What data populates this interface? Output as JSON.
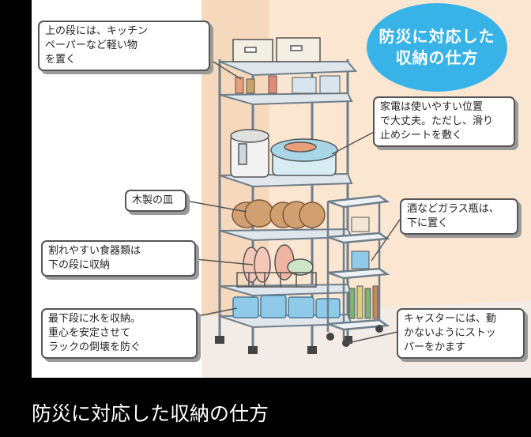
{
  "title_badge": {
    "lines": [
      "防災に対応した",
      "収納の仕方"
    ],
    "color": "#38b3e8"
  },
  "callouts": {
    "top_shelf": [
      "上の段には、キッチン",
      "ペーパーなど軽い物",
      "を置く"
    ],
    "appliances": [
      "家電は使いやすい位置",
      "で大丈夫。ただし、滑り",
      "止めシートを敷く"
    ],
    "wooden_plates": [
      "木製の皿"
    ],
    "glass_bottles": [
      "酒などガラス瓶は、",
      "下に置く"
    ],
    "fragile_dishes": [
      "割れやすい食器類は",
      "下の段に収納"
    ],
    "water": [
      "最下段に水を収納。",
      "重心を安定させて",
      "ラックの倒壊を防ぐ"
    ],
    "casters": [
      "キャスターには、動",
      "かないようにストッ",
      "パーをかます"
    ]
  },
  "caption": "防災に対応した収納の仕方",
  "colors": {
    "wall": "#f6d8bc",
    "rack": "#8c9ca8",
    "water_bottles": "#8fcbe8",
    "badge": "#38b3e8"
  }
}
